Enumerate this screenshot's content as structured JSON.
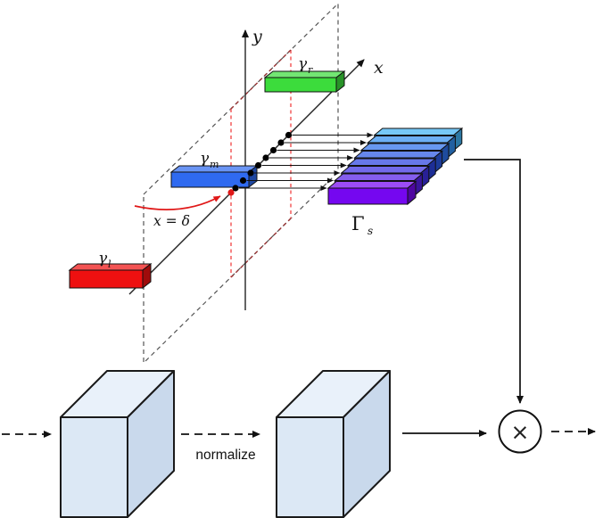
{
  "diagram": {
    "axis_labels": {
      "x": "x",
      "y": "y"
    },
    "bars": {
      "gamma_l": {
        "base": "γ",
        "sub": "l",
        "color": "#ee1010"
      },
      "gamma_m": {
        "base": "γ",
        "sub": "m",
        "color": "#2f6af0"
      },
      "gamma_r": {
        "base": "γ",
        "sub": "r",
        "color": "#3cdc3c"
      }
    },
    "stack": {
      "base": "Γ",
      "sub": "s",
      "count": 8,
      "colors_bottom_to_top": [
        "#7507f0",
        "#5520e8",
        "#3b30e2",
        "#2c44e0",
        "#2a58e4",
        "#2d70ea",
        "#3390f0",
        "#41b2f4"
      ]
    },
    "delta_note": {
      "text": "x = δ",
      "color": "#e01818"
    },
    "sample_dots": {
      "count": 8,
      "dot_color": "#000000",
      "delta_dot_color": "#e01818"
    },
    "plane_dash_color": "#555555",
    "slice_dash_color": "#f25050",
    "slice_overlap_dash_color": "#993333"
  },
  "pipeline": {
    "normalize_label": "normalize",
    "multiply_symbol": "×",
    "cube_front_color": "#dce8f5",
    "cube_top_color": "#e9f1fa",
    "cube_side_color": "#c9d9ec"
  }
}
